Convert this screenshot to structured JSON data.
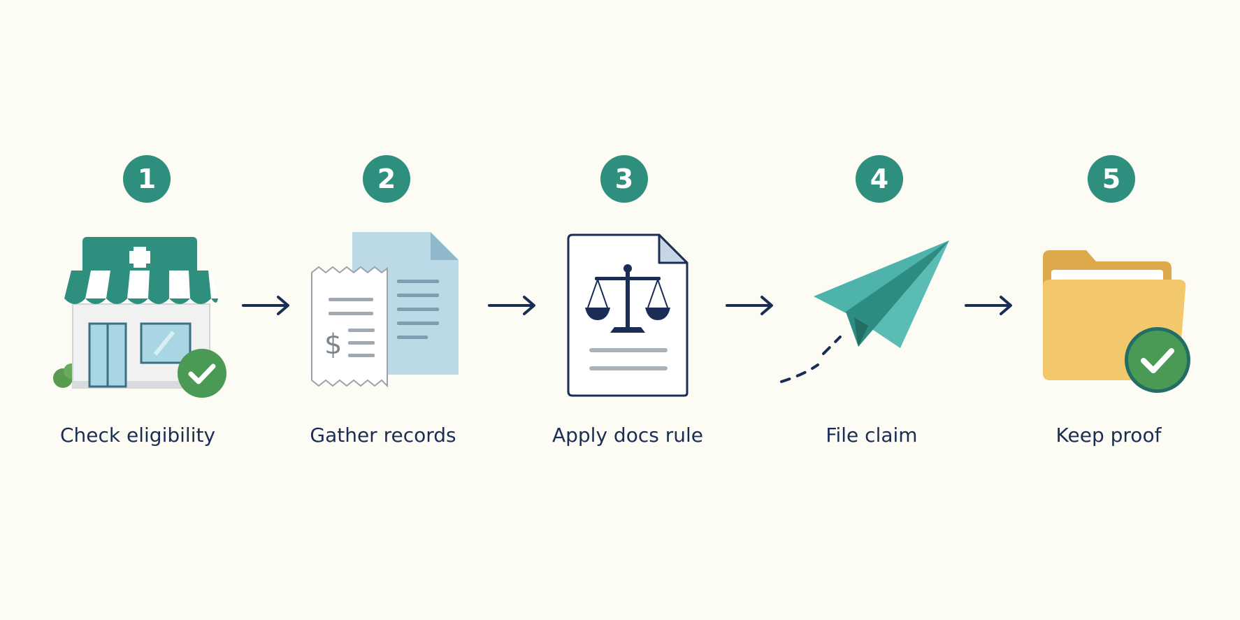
{
  "colors": {
    "background": "#fcfbf4",
    "badge": "#2f8f7e",
    "text": "#1b2d55",
    "arrow": "#1b2d55",
    "check": "#4a9a55",
    "folder": "#f3c86c",
    "plane": "#4db3ab"
  },
  "steps": [
    {
      "number": "1",
      "label": "Check eligibility",
      "icon": "pharmacy-store-icon"
    },
    {
      "number": "2",
      "label": "Gather records",
      "icon": "receipt-document-icon"
    },
    {
      "number": "3",
      "label": "Apply docs rule",
      "icon": "scales-document-icon"
    },
    {
      "number": "4",
      "label": "File claim",
      "icon": "paper-plane-icon"
    },
    {
      "number": "5",
      "label": "Keep proof",
      "icon": "folder-check-icon"
    }
  ]
}
